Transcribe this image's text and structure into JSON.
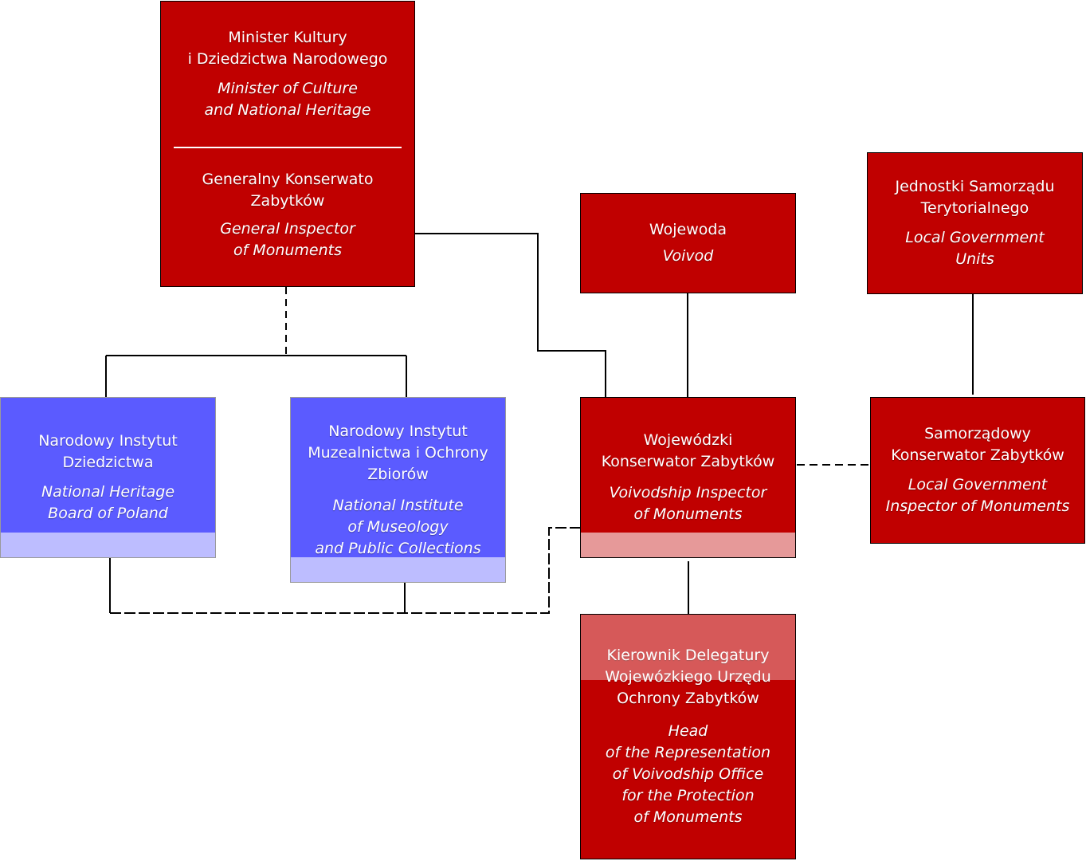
{
  "minister": {
    "pl": "Minister Kultury\ni Dziedzictwa  Narodowego",
    "en": "Minister of Culture\nand National Heritage",
    "sub_pl": "Generalny Konserwato\nZabytków",
    "sub_en": "General Inspector\nof Monuments"
  },
  "wojewoda": {
    "pl": "Wojewoda",
    "en": "Voivod"
  },
  "jst": {
    "pl": "Jednostki Samorządu\nTerytorialnego",
    "en": "Local Government\nUnits"
  },
  "nid": {
    "pl": "Narodowy Instytut\nDziedzictwa",
    "en": "National Heritage\nBoard of Poland"
  },
  "nimoz": {
    "pl": "Narodowy Instytut\nMuzealnictwa i Ochrony\nZbiorów",
    "en": "National Institute\nof Museology\nand Public Collections"
  },
  "wkz": {
    "pl": "Wojewódzki\nKonserwator Zabytków",
    "en": "Voivodship Inspector\nof Monuments"
  },
  "skz": {
    "pl": "Samorządowy\nKonserwator Zabytków",
    "en": "Local Government\nInspector of Monuments"
  },
  "delegatura": {
    "pl": "Kierownik Delegatury\nWojewózkiego Urzędu\nOchrony Zabytków",
    "en": "Head\nof the Representation\nof Voivodship Office\nfor the Protection\nof Monuments"
  },
  "colors": {
    "red": "#c00000",
    "blue": "#5b5bff",
    "line": "#000000"
  }
}
